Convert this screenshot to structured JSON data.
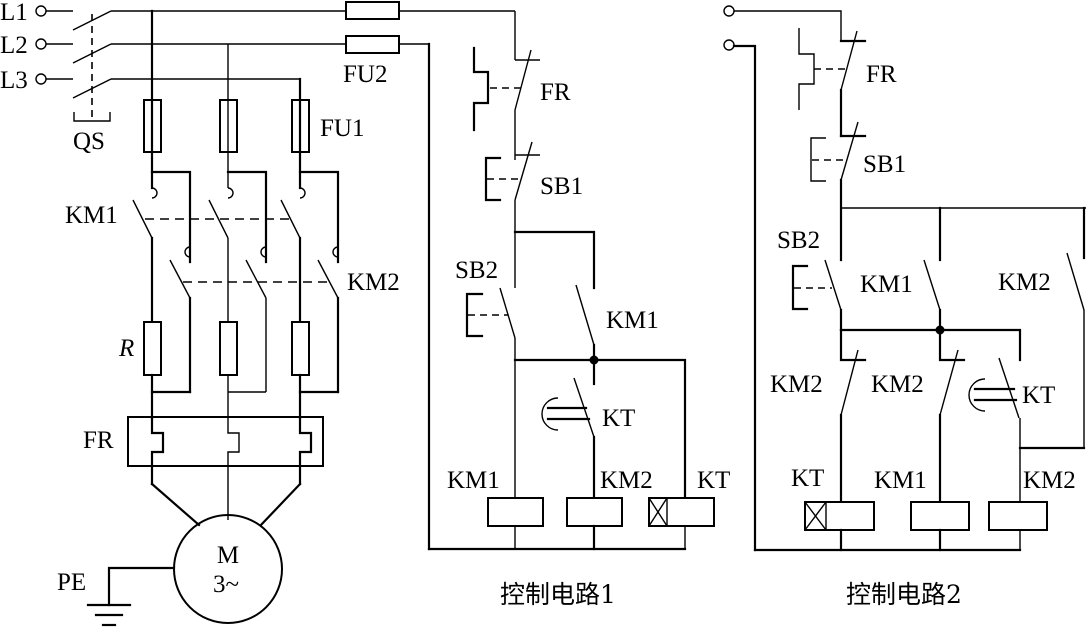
{
  "diagram": {
    "title": "Three-phase motor reverse-braking main circuit with two control circuit variants",
    "main_circuit": {
      "phase_labels": [
        "L1",
        "L2",
        "L3"
      ],
      "disconnect_switch": "QS",
      "fuse_main": "FU1",
      "fuse_control": "FU2",
      "contactor_1": "KM1",
      "contactor_2": "KM2",
      "resistor": "R",
      "overload_relay": "FR",
      "motor_symbol": "M",
      "motor_phase": "3~",
      "protective_earth": "PE"
    },
    "control_circuit_1": {
      "caption": "控制电路1",
      "overload_contact": "FR",
      "stop_button": "SB1",
      "start_button": "SB2",
      "holding_contact": "KM1",
      "timer_contact": "KT",
      "coils": [
        "KM1",
        "KM2",
        "KT"
      ]
    },
    "control_circuit_2": {
      "caption": "控制电路2",
      "overload_contact": "FR",
      "stop_button": "SB1",
      "start_button": "SB2",
      "holding_contacts": [
        "KM1",
        "KM2"
      ],
      "interlock_contacts": [
        "KM2",
        "KM2"
      ],
      "timer_contact": "KT",
      "coils": [
        "KT",
        "KM1",
        "KM2"
      ]
    }
  }
}
